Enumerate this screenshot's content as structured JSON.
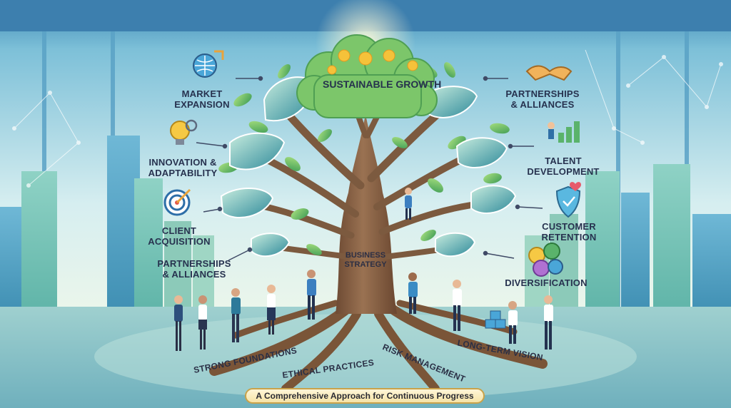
{
  "crown": {
    "line1": "Sustainable",
    "line2": "Growth"
  },
  "trunk": {
    "line1": "Business",
    "line2": "Strategy"
  },
  "branches": {
    "market_expansion": {
      "line1": "Market",
      "line2": "Expansion"
    },
    "innovation": {
      "line1": "Innovation &",
      "line2": "Adaptability"
    },
    "client_acquisition": {
      "line1": "Client",
      "line2": "Acquisition"
    },
    "partnerships_left": {
      "line1": "Partnerships",
      "line2": "& Alliances"
    },
    "partnerships_right": {
      "line1": "Partnerships",
      "line2": "& Alliances"
    },
    "talent_development": {
      "line1": "Talent",
      "line2": "Development"
    },
    "customer_retention": {
      "line1": "Customer",
      "line2": "Retention"
    },
    "diversification": {
      "line1": "Diversification"
    }
  },
  "roots": {
    "strong_foundations": "Strong Foundations",
    "ethical_practices": "Ethical Practices",
    "risk_management": "Risk Management",
    "long_term_vision": "Long-Term Vision"
  },
  "banner": {
    "text": "A Comprehensive Approach for Continuous Progress"
  },
  "icons": {
    "market_expansion": "globe-arrows-icon",
    "innovation": "lightbulb-gear-icon",
    "client_acquisition": "target-icon",
    "partnerships_right": "handshake-icon",
    "talent_development": "climbing-chart-icon",
    "customer_retention": "shield-heart-icon",
    "diversification": "coins-icon"
  },
  "colors": {
    "sky_top": "#3f8fb8",
    "leaf": "#6fbf5f",
    "trunk": "#8b6242",
    "label_text": "#27324f",
    "banner_border": "#c9a24a"
  }
}
